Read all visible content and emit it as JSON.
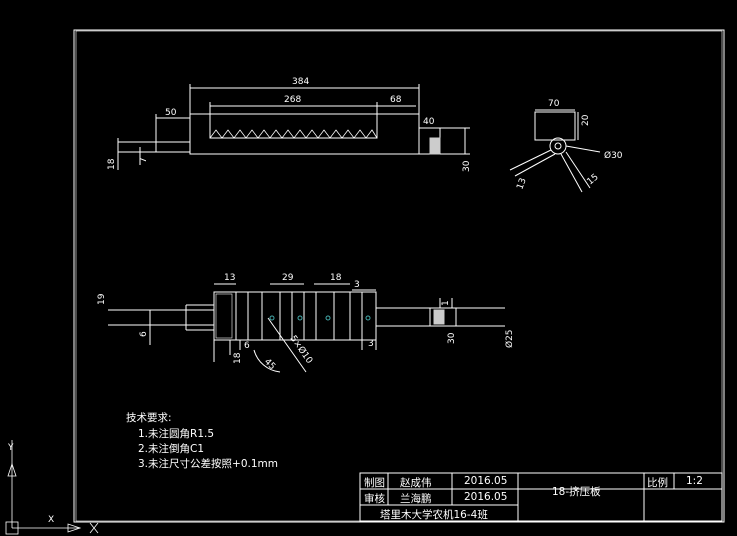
{
  "drawing": {
    "top_view": {
      "dims": {
        "overall": "384",
        "groove_len": "268",
        "right_seg": "68",
        "left_seg": "50",
        "end_len": "40",
        "height_left": "18",
        "shaft_h": "7",
        "height_right": "30"
      }
    },
    "side_view": {
      "dims": {
        "width": "70",
        "height": "20",
        "hole_dia": "Ø30",
        "arm_a": "13",
        "arm_b": "15"
      }
    },
    "front_view": {
      "dims": {
        "ring_w": "13",
        "pitch": "29",
        "gap": "18",
        "rib": "3",
        "end_gap": "1",
        "shaft_dia": "19",
        "small_d": "6",
        "bottom_a": "18",
        "bottom_b": "6",
        "angle": "45",
        "chamfer": "5×Ø10",
        "right_h": "30",
        "rim": "3",
        "outer_dia": "Ø25"
      }
    }
  },
  "tech_requirements": {
    "title": "技术要求:",
    "items": [
      "1.未注圆角R1.5",
      "2.未注倒角C1",
      "3.未注尺寸公差按照+0.1mm"
    ]
  },
  "title_block": {
    "draw_label": "制图",
    "drawer": "赵成伟",
    "draw_date": "2016.05",
    "check_label": "审核",
    "checker": "兰海鹏",
    "check_date": "2016.05",
    "part_name": "18-挤压板",
    "scale_label": "比例",
    "scale": "1:2",
    "school": "塔里木大学农机16-4班"
  },
  "ucs": {
    "x": "X",
    "y": "Y"
  }
}
